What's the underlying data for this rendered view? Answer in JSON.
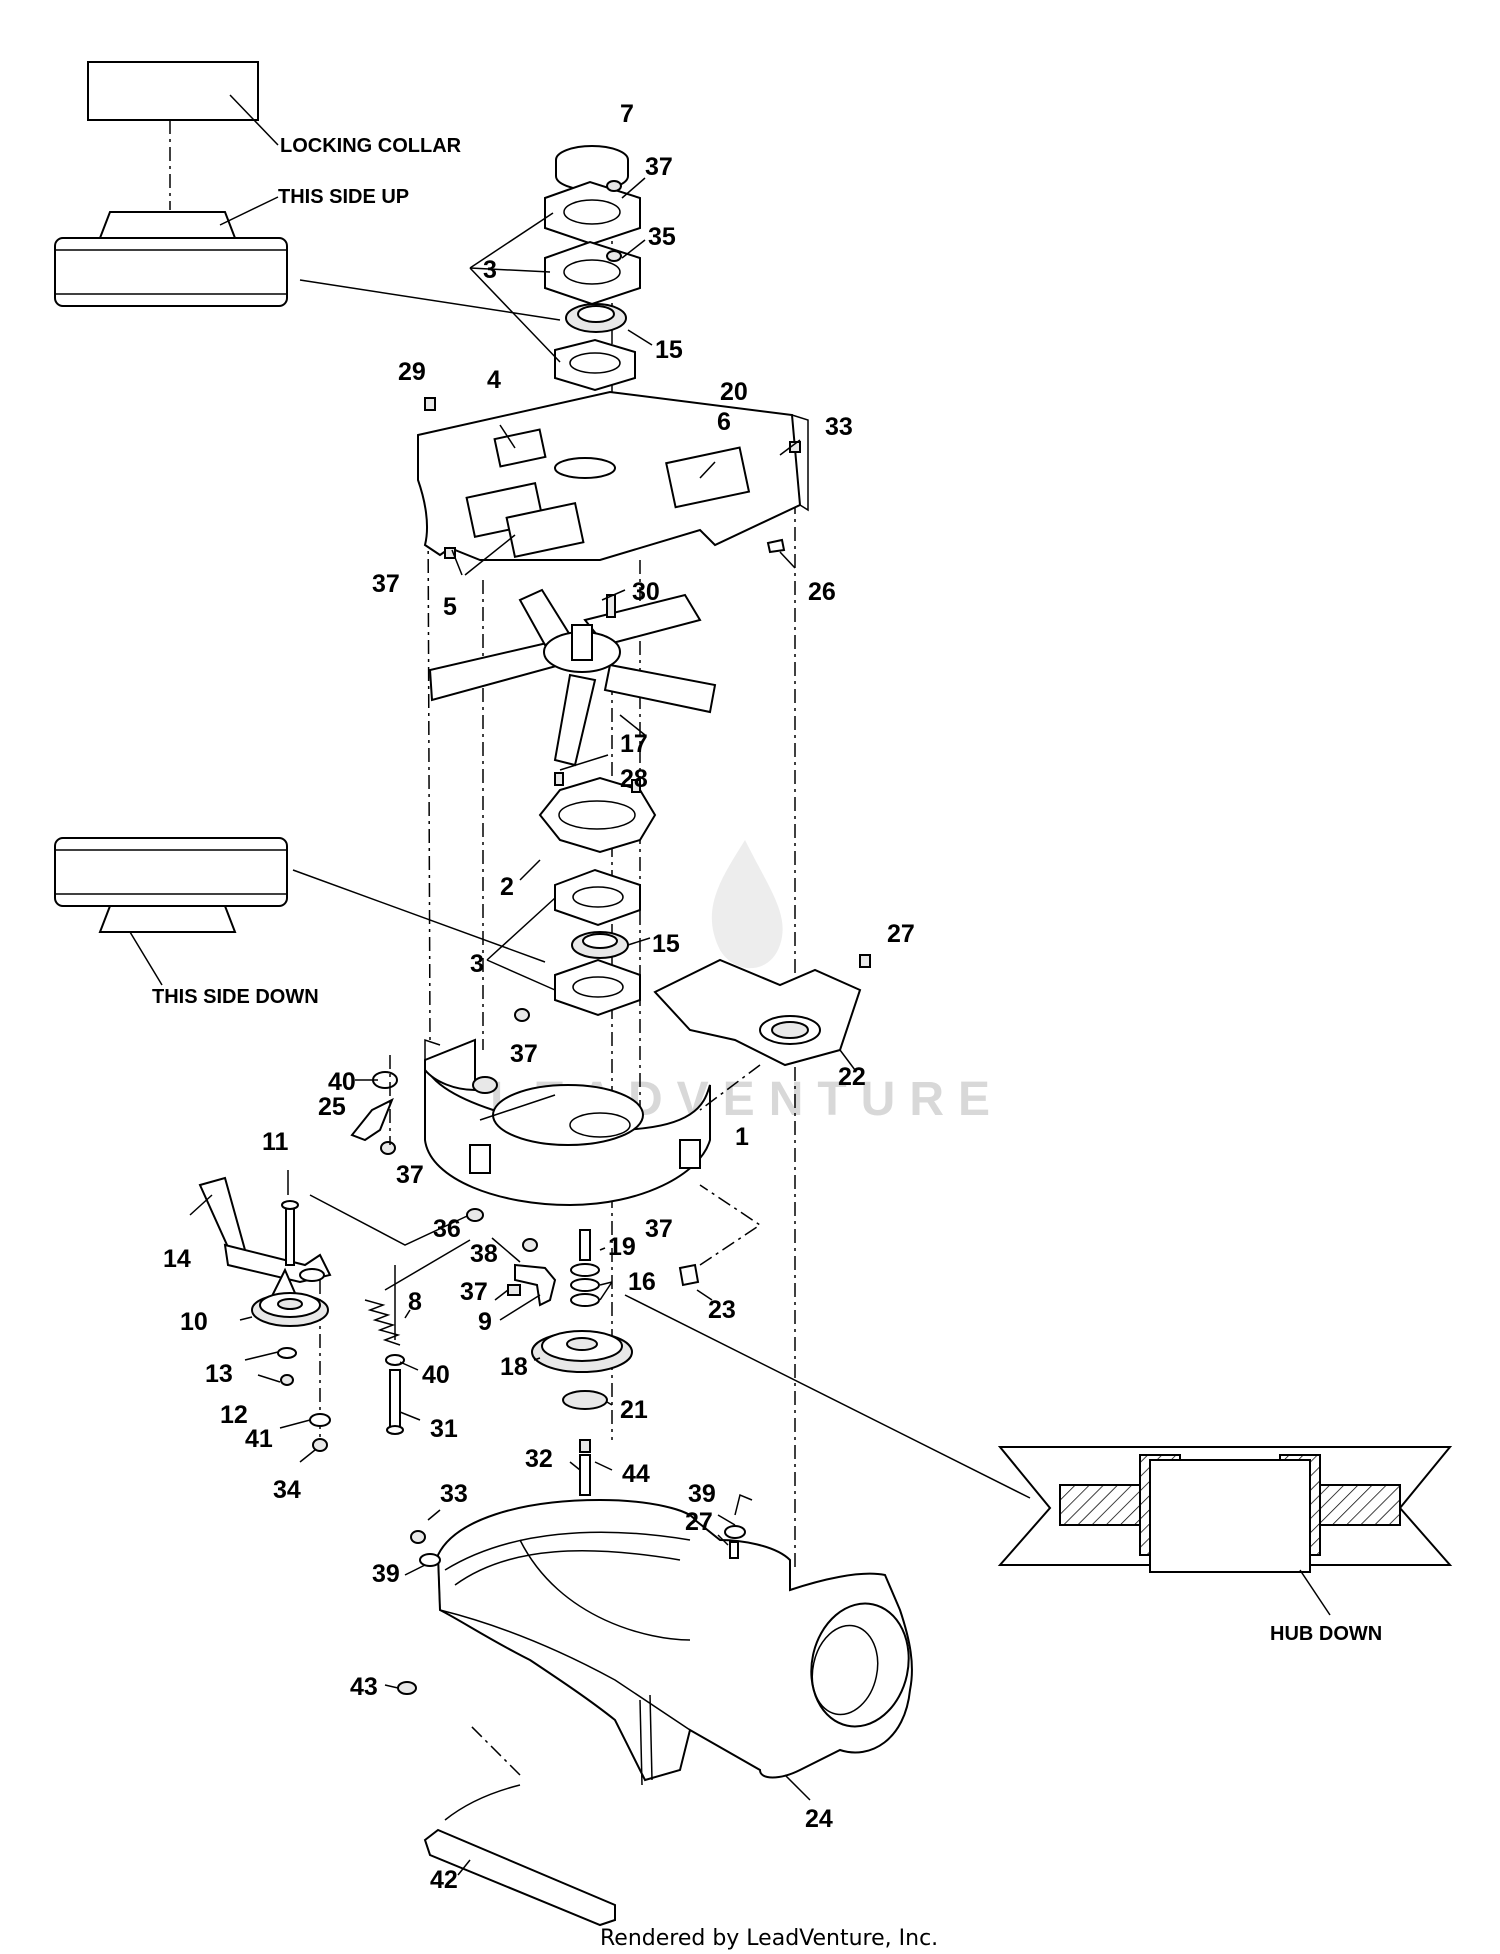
{
  "notes": {
    "locking_collar": "LOCKING COLLAR",
    "this_side_up": "THIS SIDE UP",
    "this_side_down": "THIS SIDE DOWN",
    "hub_down": "HUB DOWN"
  },
  "watermark": "LEADVENTURE",
  "footer": "Rendered by LeadVenture, Inc.",
  "callouts": {
    "c7": "7",
    "c37a": "37",
    "c35": "35",
    "c3a": "3",
    "c15a": "15",
    "c29": "29",
    "c4": "4",
    "c20": "20",
    "c6": "6",
    "c33a": "33",
    "c37b": "37",
    "c5": "5",
    "c30": "30",
    "c26": "26",
    "c17": "17",
    "c28": "28",
    "c2": "2",
    "c15b": "15",
    "c3b": "3",
    "c27a": "27",
    "c37c": "37",
    "c22": "22",
    "c40a": "40",
    "c25": "25",
    "c1": "1",
    "c37d": "37",
    "c11": "11",
    "c14": "14",
    "c36": "36",
    "c37e": "37",
    "c19": "19",
    "c38": "38",
    "c37f": "37",
    "c16": "16",
    "c23": "23",
    "c8": "8",
    "c9": "9",
    "c10": "10",
    "c18": "18",
    "c13": "13",
    "c40b": "40",
    "c21": "21",
    "c12": "12",
    "c41": "41",
    "c31": "31",
    "c34": "34",
    "c32": "32",
    "c44": "44",
    "c33b": "33",
    "c39a": "39",
    "c27b": "27",
    "c39b": "39",
    "c43": "43",
    "c24": "24",
    "c42": "42"
  }
}
